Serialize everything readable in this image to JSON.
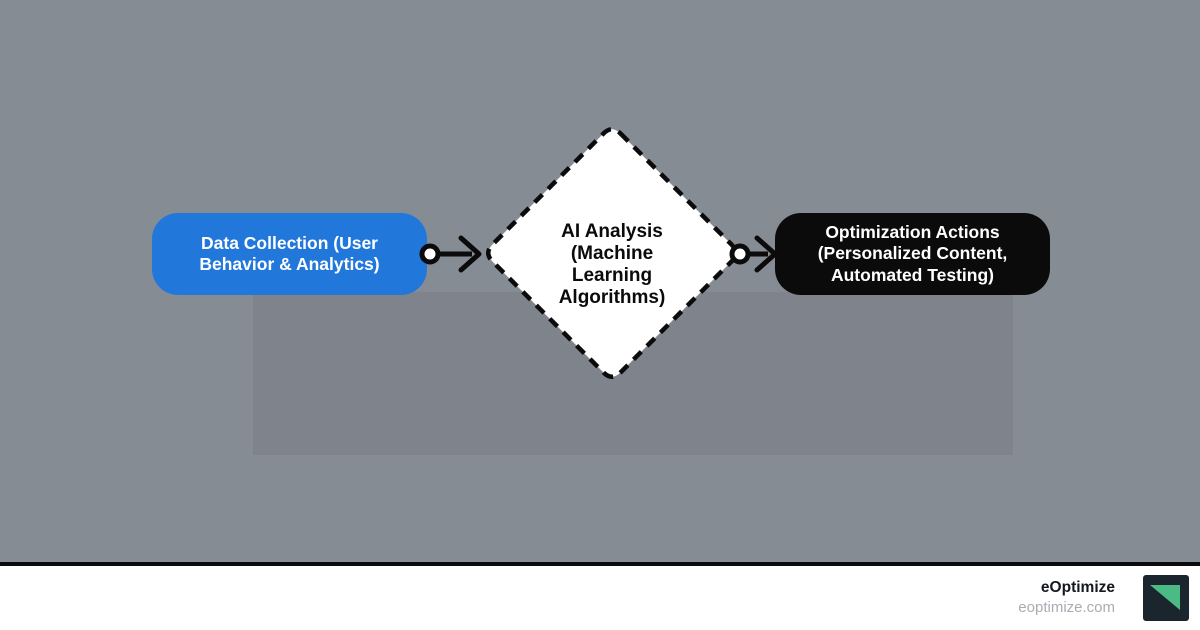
{
  "background_color": "#868C94",
  "diagram": {
    "nodes": [
      {
        "id": "data-collection",
        "shape": "rounded-rectangle",
        "label": "Data Collection (User\nBehavior & Analytics)",
        "fill": "#2277DA",
        "text_color": "#FFFFFF"
      },
      {
        "id": "ai-analysis",
        "shape": "diamond-dashed-border",
        "label": "AI Analysis\n(Machine\nLearning\nAlgorithms)",
        "fill": "#FFFFFF",
        "text_color": "#0B0B0B"
      },
      {
        "id": "optimization-actions",
        "shape": "rounded-rectangle",
        "label": "Optimization Actions\n(Personalized Content,\nAutomated Testing)",
        "fill": "#0B0B0B",
        "text_color": "#FFFFFF"
      }
    ],
    "connectors": [
      {
        "id": "arrow-1",
        "from": "data-collection",
        "to": "ai-analysis",
        "style": "dot-start-chevron-end",
        "color": "#0B0B0B"
      },
      {
        "id": "arrow-2",
        "from": "ai-analysis",
        "to": "optimization-actions",
        "style": "dot-start-chevron-end",
        "color": "#0B0B0B"
      }
    ]
  },
  "footer": {
    "brand": "eOptimize",
    "website": "eoptimize.com",
    "logo": {
      "background": "#1A252E",
      "triangle": "#4CBA84"
    }
  }
}
